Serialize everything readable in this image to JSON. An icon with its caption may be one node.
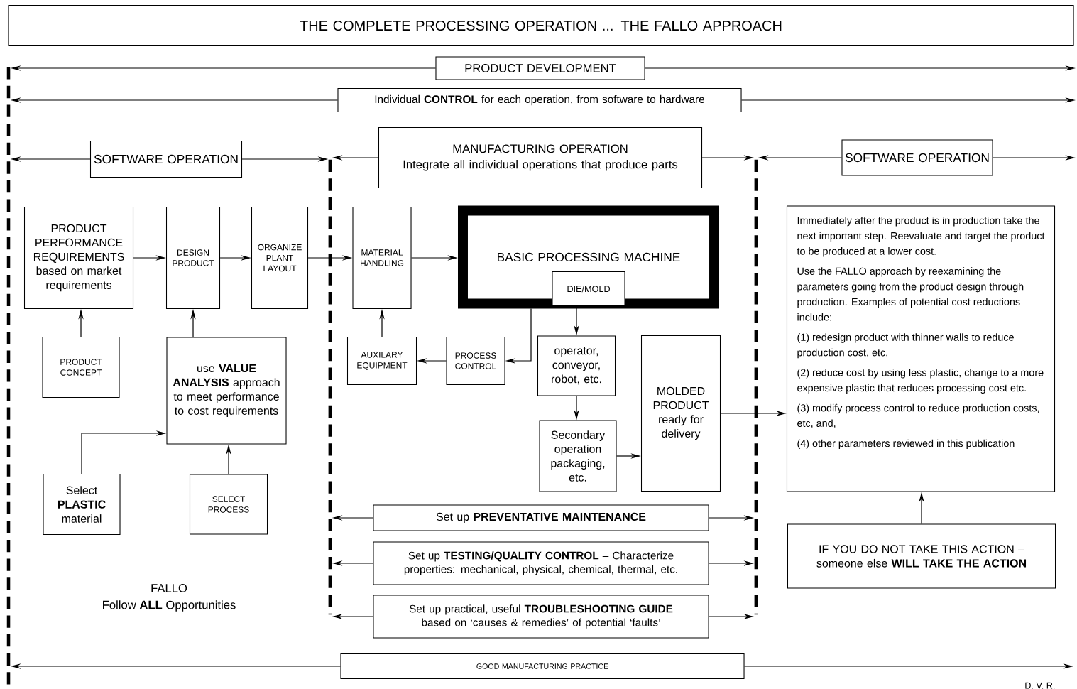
{
  "diagram": {
    "nodes": [
      {
        "text": [
          "THE COMPLETE PROCESSING OPERATION ... THE FALLO APPROACH"
        ]
      },
      {
        "text": [
          "PRODUCT DEVELOPMENT"
        ]
      },
      {
        "text": [
          "Individual **CONTROL** for each operation, from software to hardware"
        ]
      },
      {
        "text": [
          "SOFTWARE OPERATION"
        ]
      },
      {
        "text": [
          "MANUFACTURING OPERATION",
          "Integrate all individual operations that produce parts"
        ]
      },
      {
        "text": [
          "SOFTWARE OPERATION"
        ]
      },
      {
        "text": [
          "PRODUCT PERFORMANCE REQUIREMENTS based on market requirements"
        ]
      },
      {
        "text": [
          "DESIGN PRODUCT"
        ]
      },
      {
        "text": [
          "ORGANIZE PLANT LAYOUT"
        ]
      },
      {
        "text": [
          "PRODUCT CONCEPT"
        ]
      },
      {
        "text": [
          "use **VALUE ANALYSIS** approach to meet performance to cost requirements"
        ]
      },
      {
        "text": [
          "Select **PLASTIC** material"
        ]
      },
      {
        "text": [
          "SELECT PROCESS"
        ]
      },
      {
        "text": [
          "MATERIAL HANDLING"
        ]
      },
      {
        "text": [
          "BASIC PROCESSING MACHINE"
        ]
      },
      {
        "text": [
          "DIE/MOLD"
        ],
        "in": 14
      },
      {
        "text": [
          "AUXILARY EQUIPMENT"
        ]
      },
      {
        "text": [
          "PROCESS CONTROL"
        ]
      },
      {
        "text": [
          "operator, conveyor, robot, etc."
        ]
      },
      {
        "text": [
          "Secondary operation packaging, etc."
        ]
      },
      {
        "text": [
          "MOLDED PRODUCT ready for delivery"
        ]
      },
      {
        "text": [
          "Set up **PREVENTATIVE MAINTENANCE**"
        ]
      },
      {
        "text": [
          "Set up **TESTING/QUALITY CONTROL** – Characterize properties: mechanical, physical, chemical, thermal, etc."
        ]
      },
      {
        "text": [
          "Set up practical, useful **TROUBLESHOOTING GUIDE** based on ‘causes & remedies’ of potential ‘faults’"
        ]
      },
      {
        "text": [
          "Immediately after the product is in production take the next important step. Reevaluate and target the product to be produced at a lower cost.",
          "Use the FALLO approach by reexamining the parameters going from the product design through production. Examples of potential cost reductions include:",
          "(1) redesign product with thinner walls to reduce production cost, etc.",
          "(2) reduce cost by using less plastic, change to a more expensive plastic that reduces processing cost etc.",
          "(3) modify process control to reduce production costs, etc, and,",
          "(4) other parameters reviewed in this publication"
        ]
      },
      {
        "text": [
          "IF YOU DO NOT TAKE THIS ACTION – someone else **WILL TAKE THE ACTION**"
        ]
      },
      {
        "text": [
          "GOOD MANUFACTURING PRACTICE"
        ]
      },
      {
        "text": [],
        "shape": "line"
      },
      {
        "text": [],
        "shape": "line"
      },
      {
        "text": [],
        "shape": "line"
      }
    ],
    "edges": [
      {
        "from": 1,
        "to": 27,
        "arrow": "to"
      },
      {
        "from": 1,
        "to": null,
        "arrow": "to"
      },
      {
        "from": 2,
        "to": 27,
        "arrow": "to"
      },
      {
        "from": 2,
        "to": null,
        "arrow": "to"
      },
      {
        "from": 3,
        "to": 27,
        "arrow": "to"
      },
      {
        "from": 3,
        "to": 28,
        "arrow": "to"
      },
      {
        "from": 4,
        "to": 28,
        "arrow": "to"
      },
      {
        "from": 4,
        "to": 29,
        "arrow": "to"
      },
      {
        "from": 5,
        "to": 29,
        "arrow": "to"
      },
      {
        "from": 5,
        "to": null,
        "arrow": "to"
      },
      {
        "from": 6,
        "to": 7,
        "arrow": "to"
      },
      {
        "from": 7,
        "to": 8,
        "arrow": "to"
      },
      {
        "from": 8,
        "to": 13,
        "arrow": "to"
      },
      {
        "from": 9,
        "to": 6,
        "arrow": "to"
      },
      {
        "from": 10,
        "to": 7,
        "arrow": "to"
      },
      {
        "from": 11,
        "to": 10,
        "arrow": "to"
      },
      {
        "from": 12,
        "to": 10,
        "arrow": "to"
      },
      {
        "from": 13,
        "to": 14,
        "arrow": "to"
      },
      {
        "from": 14,
        "to": 17,
        "arrow": "to"
      },
      {
        "from": 15,
        "to": 18,
        "arrow": "to"
      },
      {
        "from": 16,
        "to": 13,
        "arrow": "to"
      },
      {
        "from": 17,
        "to": 16,
        "arrow": "to"
      },
      {
        "from": 18,
        "to": 19,
        "arrow": "to"
      },
      {
        "from": 19,
        "to": 20,
        "arrow": "to"
      },
      {
        "from": 20,
        "to": 24,
        "arrow": "to"
      },
      {
        "from": 21,
        "to": 28,
        "arrow": "to"
      },
      {
        "from": 21,
        "to": 29,
        "arrow": "to"
      },
      {
        "from": 22,
        "to": 28,
        "arrow": "to"
      },
      {
        "from": 22,
        "to": 29,
        "arrow": "to"
      },
      {
        "from": 23,
        "to": 28,
        "arrow": "to"
      },
      {
        "from": 23,
        "to": 29,
        "arrow": "to"
      },
      {
        "from": 25,
        "to": 24,
        "arrow": "to"
      },
      {
        "from": 26,
        "to": 27,
        "arrow": "to"
      },
      {
        "from": 26,
        "to": null,
        "arrow": "to"
      }
    ],
    "labels": [
      "FALLO",
      "Follow **ALL** Opportunities",
      "D. V. R."
    ]
  }
}
